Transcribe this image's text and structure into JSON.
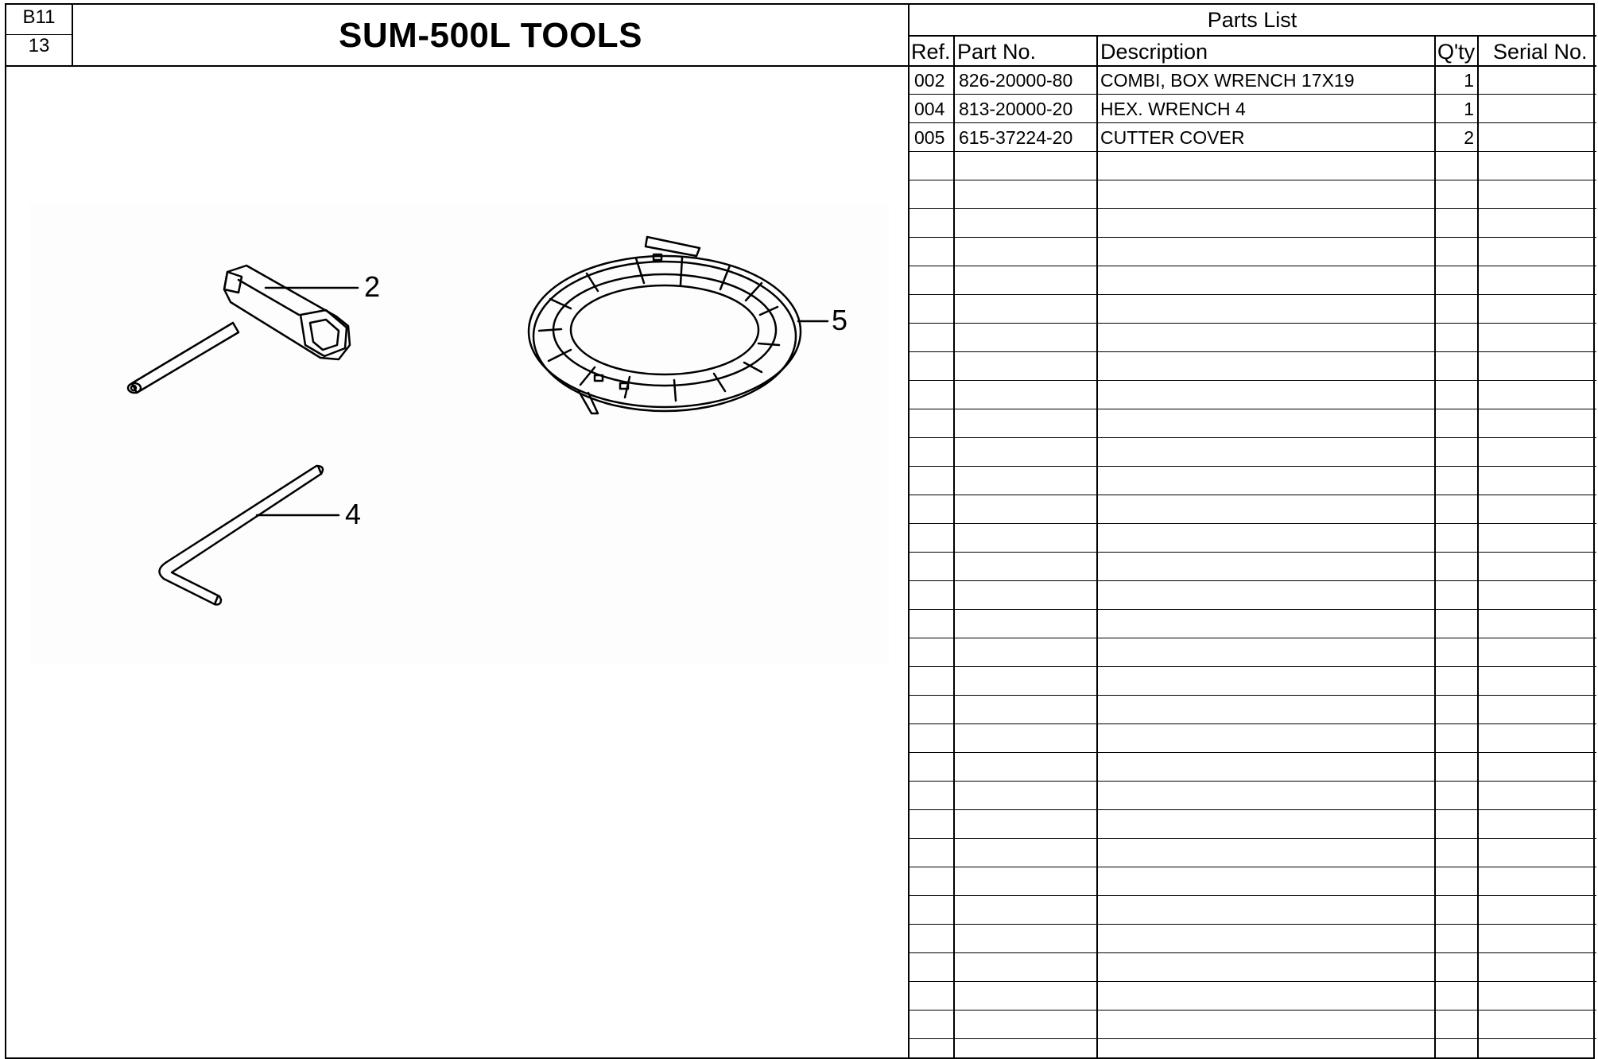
{
  "header": {
    "section_code": "B11",
    "page_number": "13",
    "title": "SUM-500L TOOLS"
  },
  "parts_list": {
    "title": "Parts List",
    "columns": [
      "Ref.",
      "Part No.",
      "Description",
      "Q'ty",
      "Serial No."
    ],
    "rows": [
      {
        "ref": "002",
        "part_no": "826-20000-80",
        "description": "COMBI, BOX WRENCH 17X19",
        "qty": "1",
        "serial": ""
      },
      {
        "ref": "004",
        "part_no": "813-20000-20",
        "description": "HEX. WRENCH 4",
        "qty": "1",
        "serial": ""
      },
      {
        "ref": "005",
        "part_no": "615-37224-20",
        "description": "CUTTER COVER",
        "qty": "2",
        "serial": ""
      }
    ]
  },
  "illustration": {
    "callouts": [
      "2",
      "5",
      "4"
    ]
  }
}
